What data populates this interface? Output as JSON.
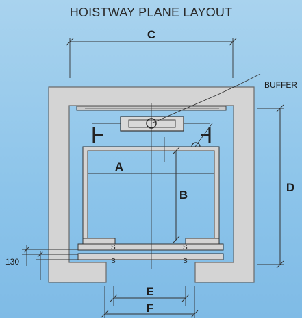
{
  "title": "HOISTWAY PLANE LAYOUT",
  "labels": {
    "A": "A",
    "B": "B",
    "C": "C",
    "D": "D",
    "E": "E",
    "F": "F",
    "buffer": "BUFFER",
    "dim_130": "130"
  },
  "colors": {
    "background": "#8cc4ea",
    "wall": "#d4d4d4",
    "line": "#333333"
  }
}
